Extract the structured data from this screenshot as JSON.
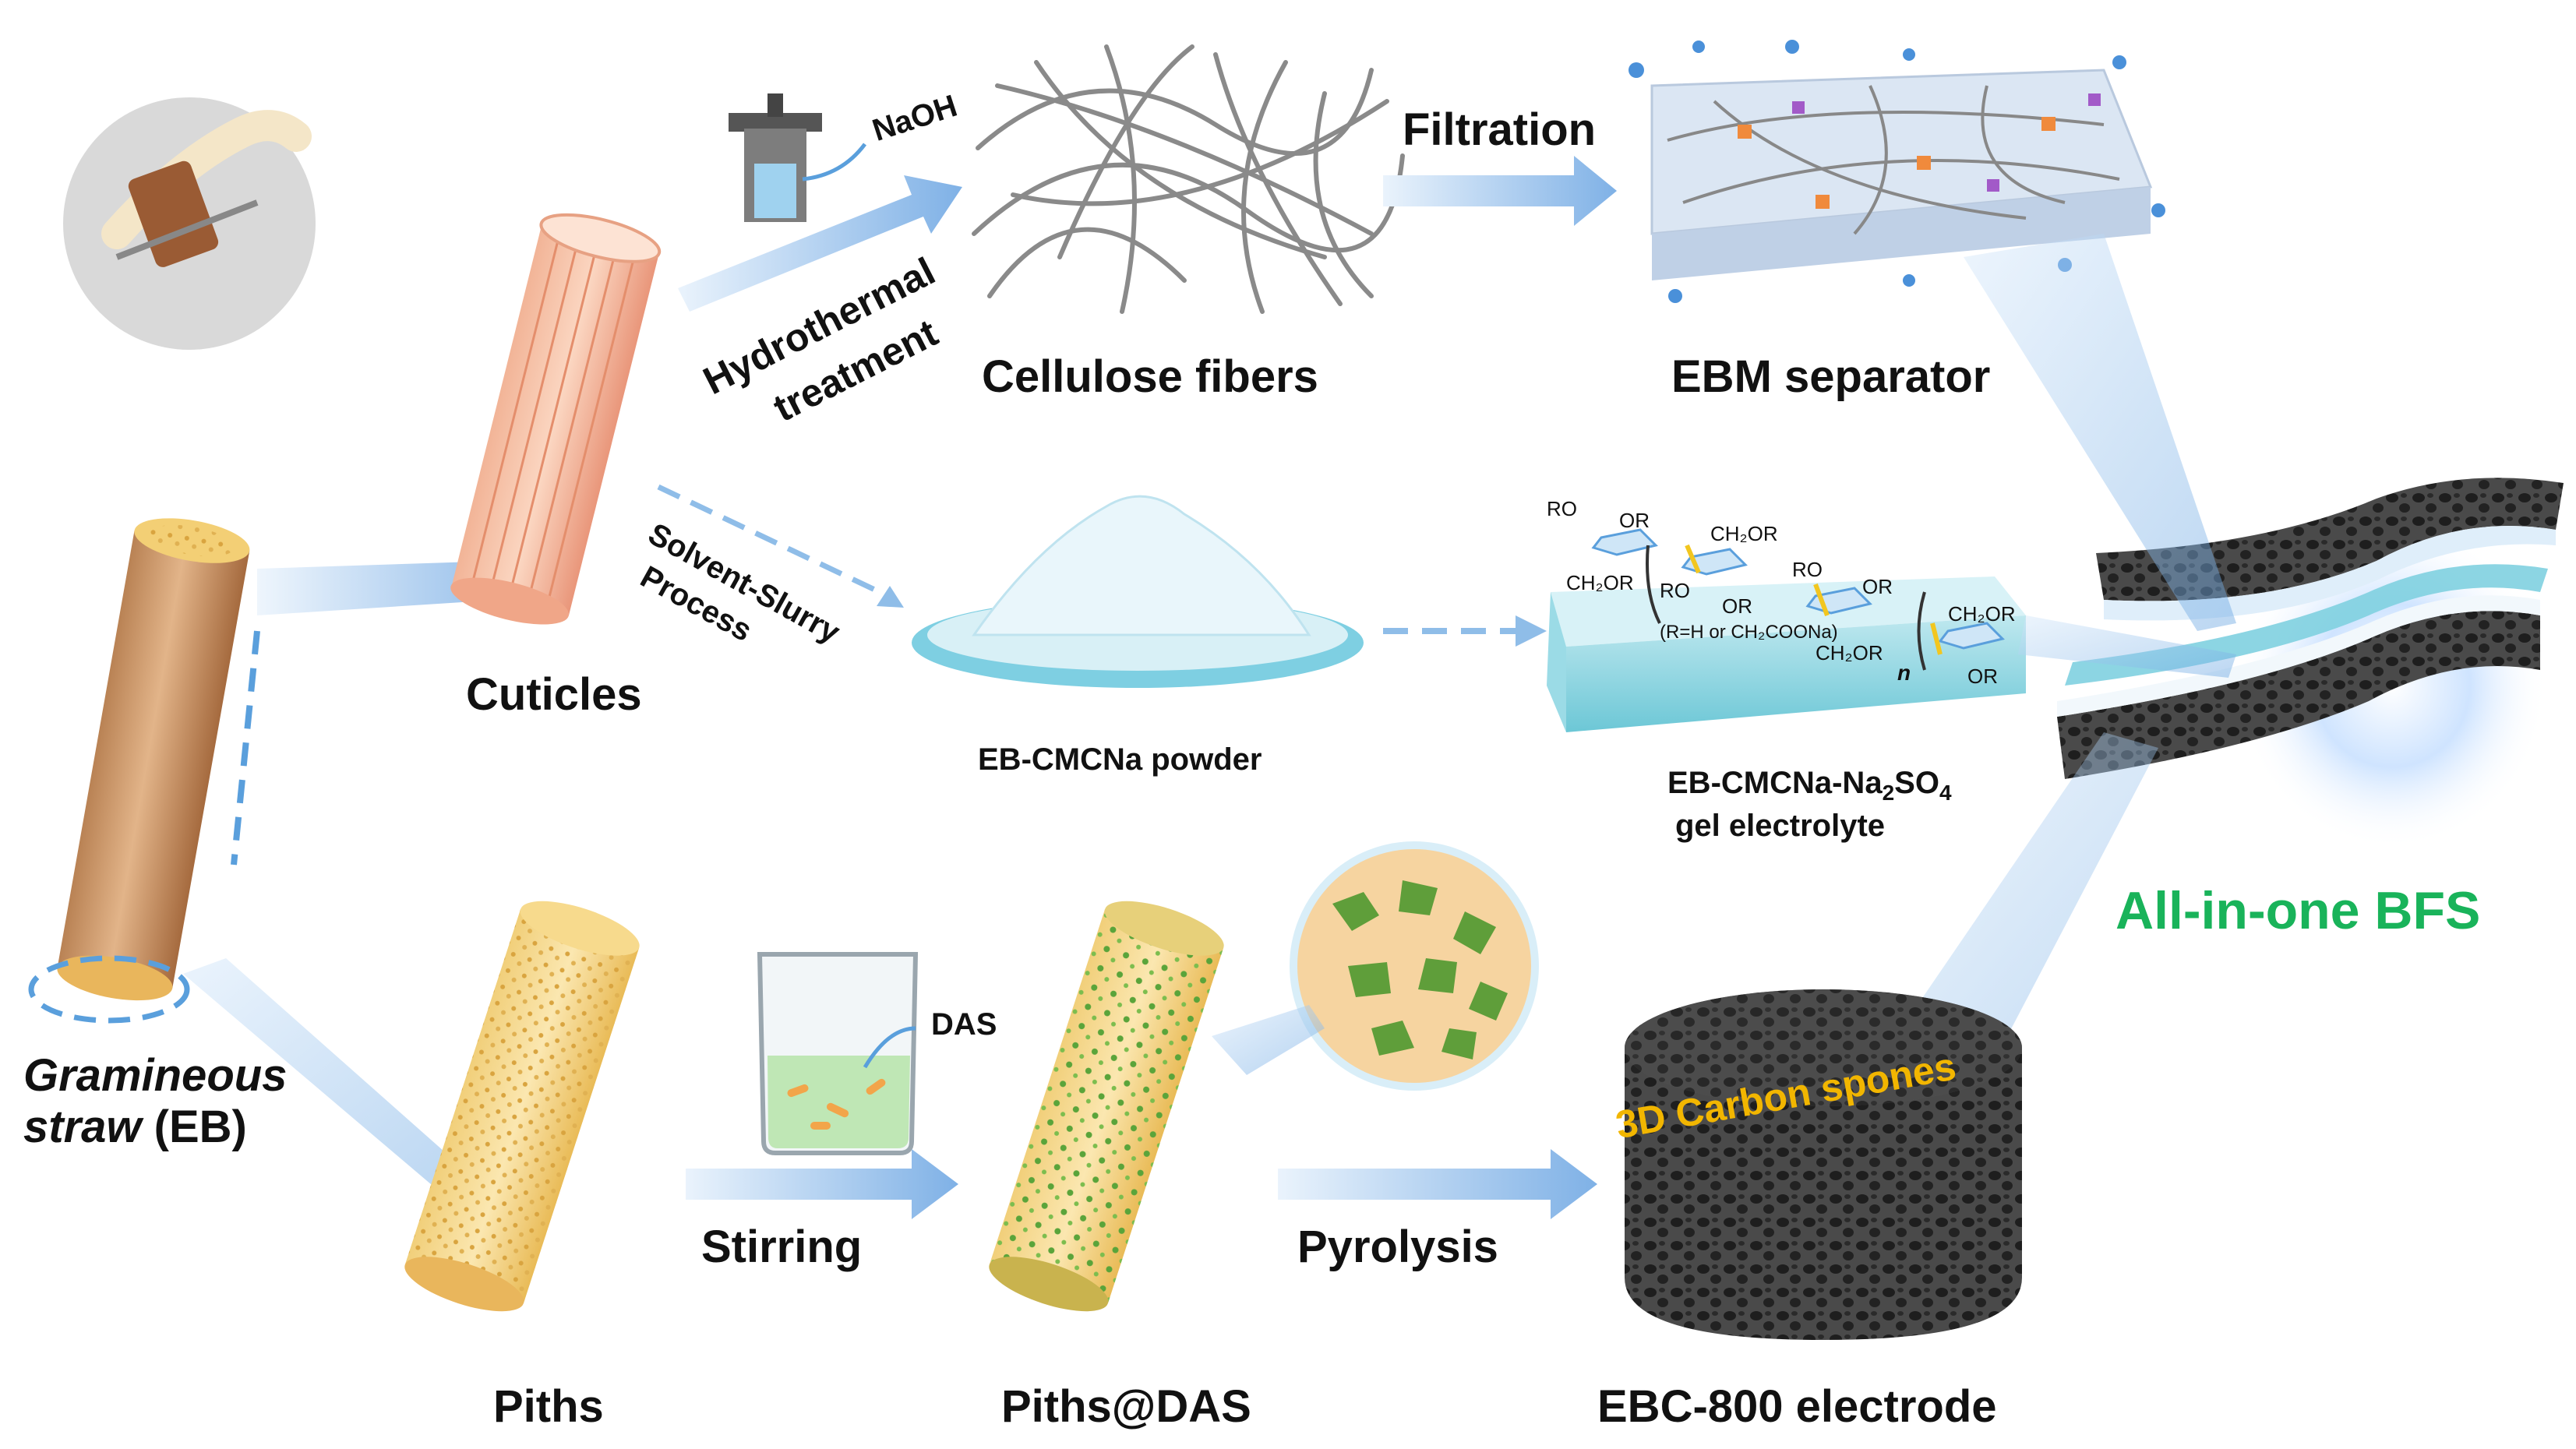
{
  "labels": {
    "naoh": "NaOH",
    "hydrothermal_line1": "Hydrothermal",
    "hydrothermal_line2": "treatment",
    "cellulose_fibers": "Cellulose fibers",
    "filtration": "Filtration",
    "ebm_separator": "EBM separator",
    "cuticles": "Cuticles",
    "solvent_line1": "Solvent-Slurry",
    "solvent_line2": "Process",
    "powder": "EB-CMCNa powder",
    "gel_line1_pre": "EB-CMCNa-Na",
    "gel_sub1": "2",
    "gel_mid": "SO",
    "gel_sub2": "4",
    "gel_line2": "gel electrolyte",
    "all_in_one": "All-in-one BFS",
    "straw_italic": "Gramineous",
    "straw_italic2": "straw",
    "straw_rest": " (EB)",
    "piths": "Piths",
    "stirring": "Stirring",
    "das": "DAS",
    "piths_das": "Piths@DAS",
    "pyrolysis": "Pyrolysis",
    "carbon_sponge": "3D Carbon spones",
    "electrode": "EBC-800 electrode"
  },
  "chem": {
    "ro_top": "RO",
    "or_top": "OR",
    "ch2or_a": "CH₂OR",
    "ch2or_b": "CH₂OR",
    "ro_mid": "RO",
    "or_mid": "OR",
    "ro_mid2": "RO",
    "or_mid2": "OR",
    "ch2or_c": "CH₂OR",
    "ch2or_d": "CH₂OR",
    "or_end": "OR",
    "n_sub": "n",
    "r_note": "(R=H or CH₂COONa)"
  },
  "colors": {
    "accent_green": "#19b35a",
    "carbon_label": "#f2b600",
    "arrow_blue": "#8fbde8",
    "dashed_blue": "#5a9fdc"
  }
}
